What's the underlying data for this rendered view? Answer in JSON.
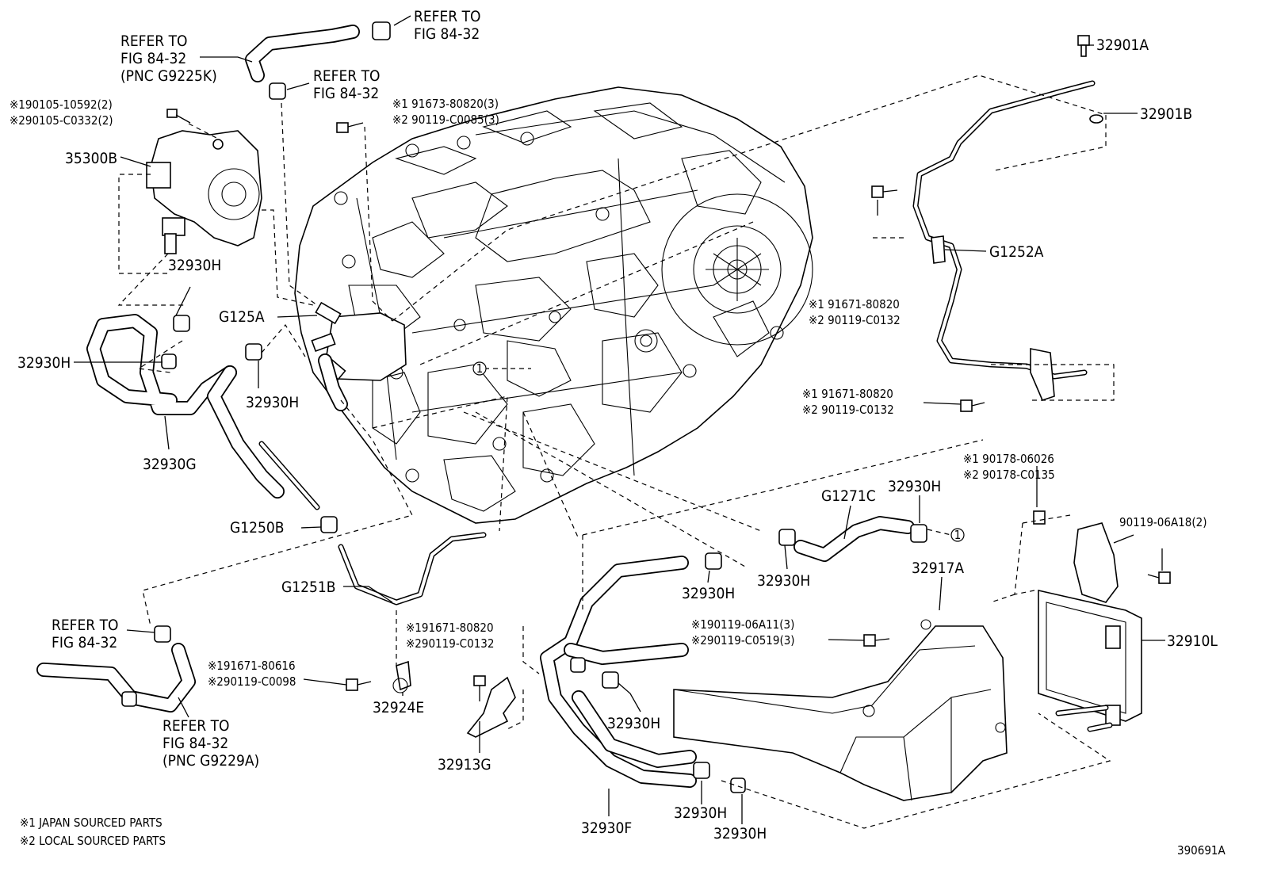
{
  "diagram_id": "390691A",
  "legend": {
    "line1": "※1 JAPAN SOURCED PARTS",
    "line2": "※2 LOCAL SOURCED PARTS"
  },
  "refs": {
    "top_center": [
      "REFER TO",
      "FIG 84-32"
    ],
    "top_left": [
      "REFER TO",
      "FIG 84-32",
      "(PNC G9225K)"
    ],
    "upper_mid": [
      "REFER TO",
      "FIG 84-32"
    ],
    "lower_left_a": [
      "REFER TO",
      "FIG 84-32"
    ],
    "lower_left_b": [
      "REFER TO",
      "FIG 84-32",
      "(PNC G9229A)"
    ]
  },
  "bolt_notes": {
    "upper_left": [
      "※190105-10592(2)",
      "※290105-C0332(2)"
    ],
    "upper_center": [
      "※1 91673-80820(3)",
      "※2 90119-C0085(3)"
    ],
    "right_upper": [
      "※1 91671-80820",
      "※2 90119-C0132"
    ],
    "right_lower": [
      "※1 91671-80820",
      "※2 90119-C0132"
    ],
    "right_nut": [
      "※1 90178-06026",
      "※2 90178-C0135"
    ],
    "bottom_left": [
      "※191671-80616",
      "※290119-C0098"
    ],
    "bottom_center": [
      "※191671-80820",
      "※290119-C0132"
    ],
    "duct_bolt": [
      "※190119-06A11(3)",
      "※290119-C0519(3)"
    ],
    "cooler_bolt": "90119-06A18(2)"
  },
  "labels": {
    "p32901A": "32901A",
    "p32901B": "32901B",
    "p35300B": "35300B",
    "p32930H_a": "32930H",
    "pG125A": "G125A",
    "p32930H_b": "32930H",
    "p32930H_c": "32930H",
    "p32930G": "32930G",
    "pG1250B": "G1250B",
    "pG1252A": "G1252A",
    "pG1271C": "G1271C",
    "p32930H_d": "32930H",
    "p32930H_e": "32930H",
    "p32930H_f": "32930H",
    "pG1251B": "G1251B",
    "p32917A": "32917A",
    "p32910L": "32910L",
    "p32924E": "32924E",
    "p32913G": "32913G",
    "p32930H_g": "32930H",
    "p32930F": "32930F",
    "p32930H_h": "32930H",
    "p32930H_i": "32930H"
  },
  "markers": {
    "circle1_a": "1",
    "circle1_b": "1"
  }
}
